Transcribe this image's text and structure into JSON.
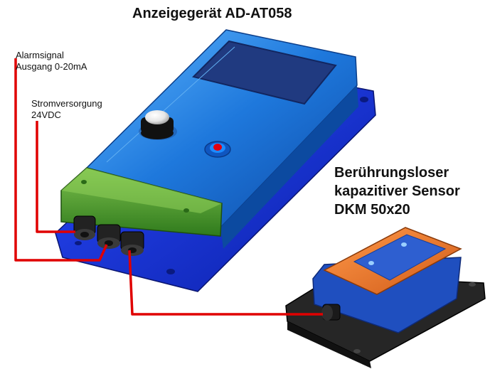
{
  "title": "Anzeigegerät AD-AT058",
  "labels": {
    "alarm_line1": "Alarmsignal",
    "alarm_line2": "Ausgang 0-20mA",
    "power_line1": "Stromversorgung",
    "power_line2": "24VDC",
    "sensor_line1": "Berührungsloser",
    "sensor_line2": "kapazitiver Sensor",
    "sensor_line3": "DKM 50x20"
  },
  "colors": {
    "wire": "#e00000",
    "device_body": "#1e78dc",
    "device_base": "#1432d2",
    "display": "#203a80",
    "terminal_cover": "#4a9a2c",
    "led": "#e00010",
    "sensor_top": "#e8732a",
    "sensor_body": "#1f4fbf",
    "sensor_base": "#222222"
  }
}
